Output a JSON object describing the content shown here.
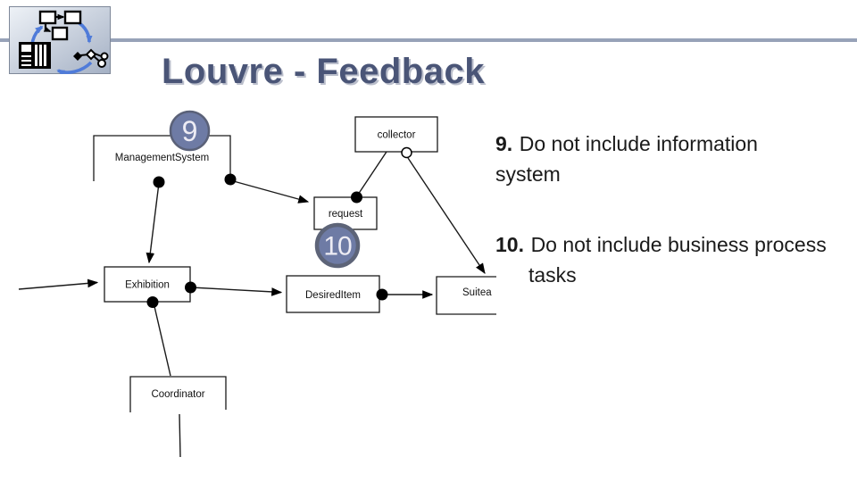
{
  "slide": {
    "title": "Louvre - Feedback"
  },
  "feedback_notes": [
    {
      "number": "9.",
      "text": "Do not include information system"
    },
    {
      "number": "10.",
      "text": "Do not include business process tasks"
    }
  ],
  "diagram": {
    "badge_9": "9",
    "badge_10": "10",
    "nodes": {
      "management_system": "ManagementSystem",
      "collector": "collector",
      "request": "request",
      "exhibition": "Exhibition",
      "desired_item": "DesiredItem",
      "suitable_item": "Suitea",
      "coordinator": "Coordinator"
    }
  },
  "colors": {
    "title": "#4a5577",
    "top_rule": "#97a2b8",
    "badge_fill": "#6e7ba5",
    "badge_border": "#5a6178",
    "badge_text": "#edecf4",
    "diagram_stroke": "#000000"
  }
}
